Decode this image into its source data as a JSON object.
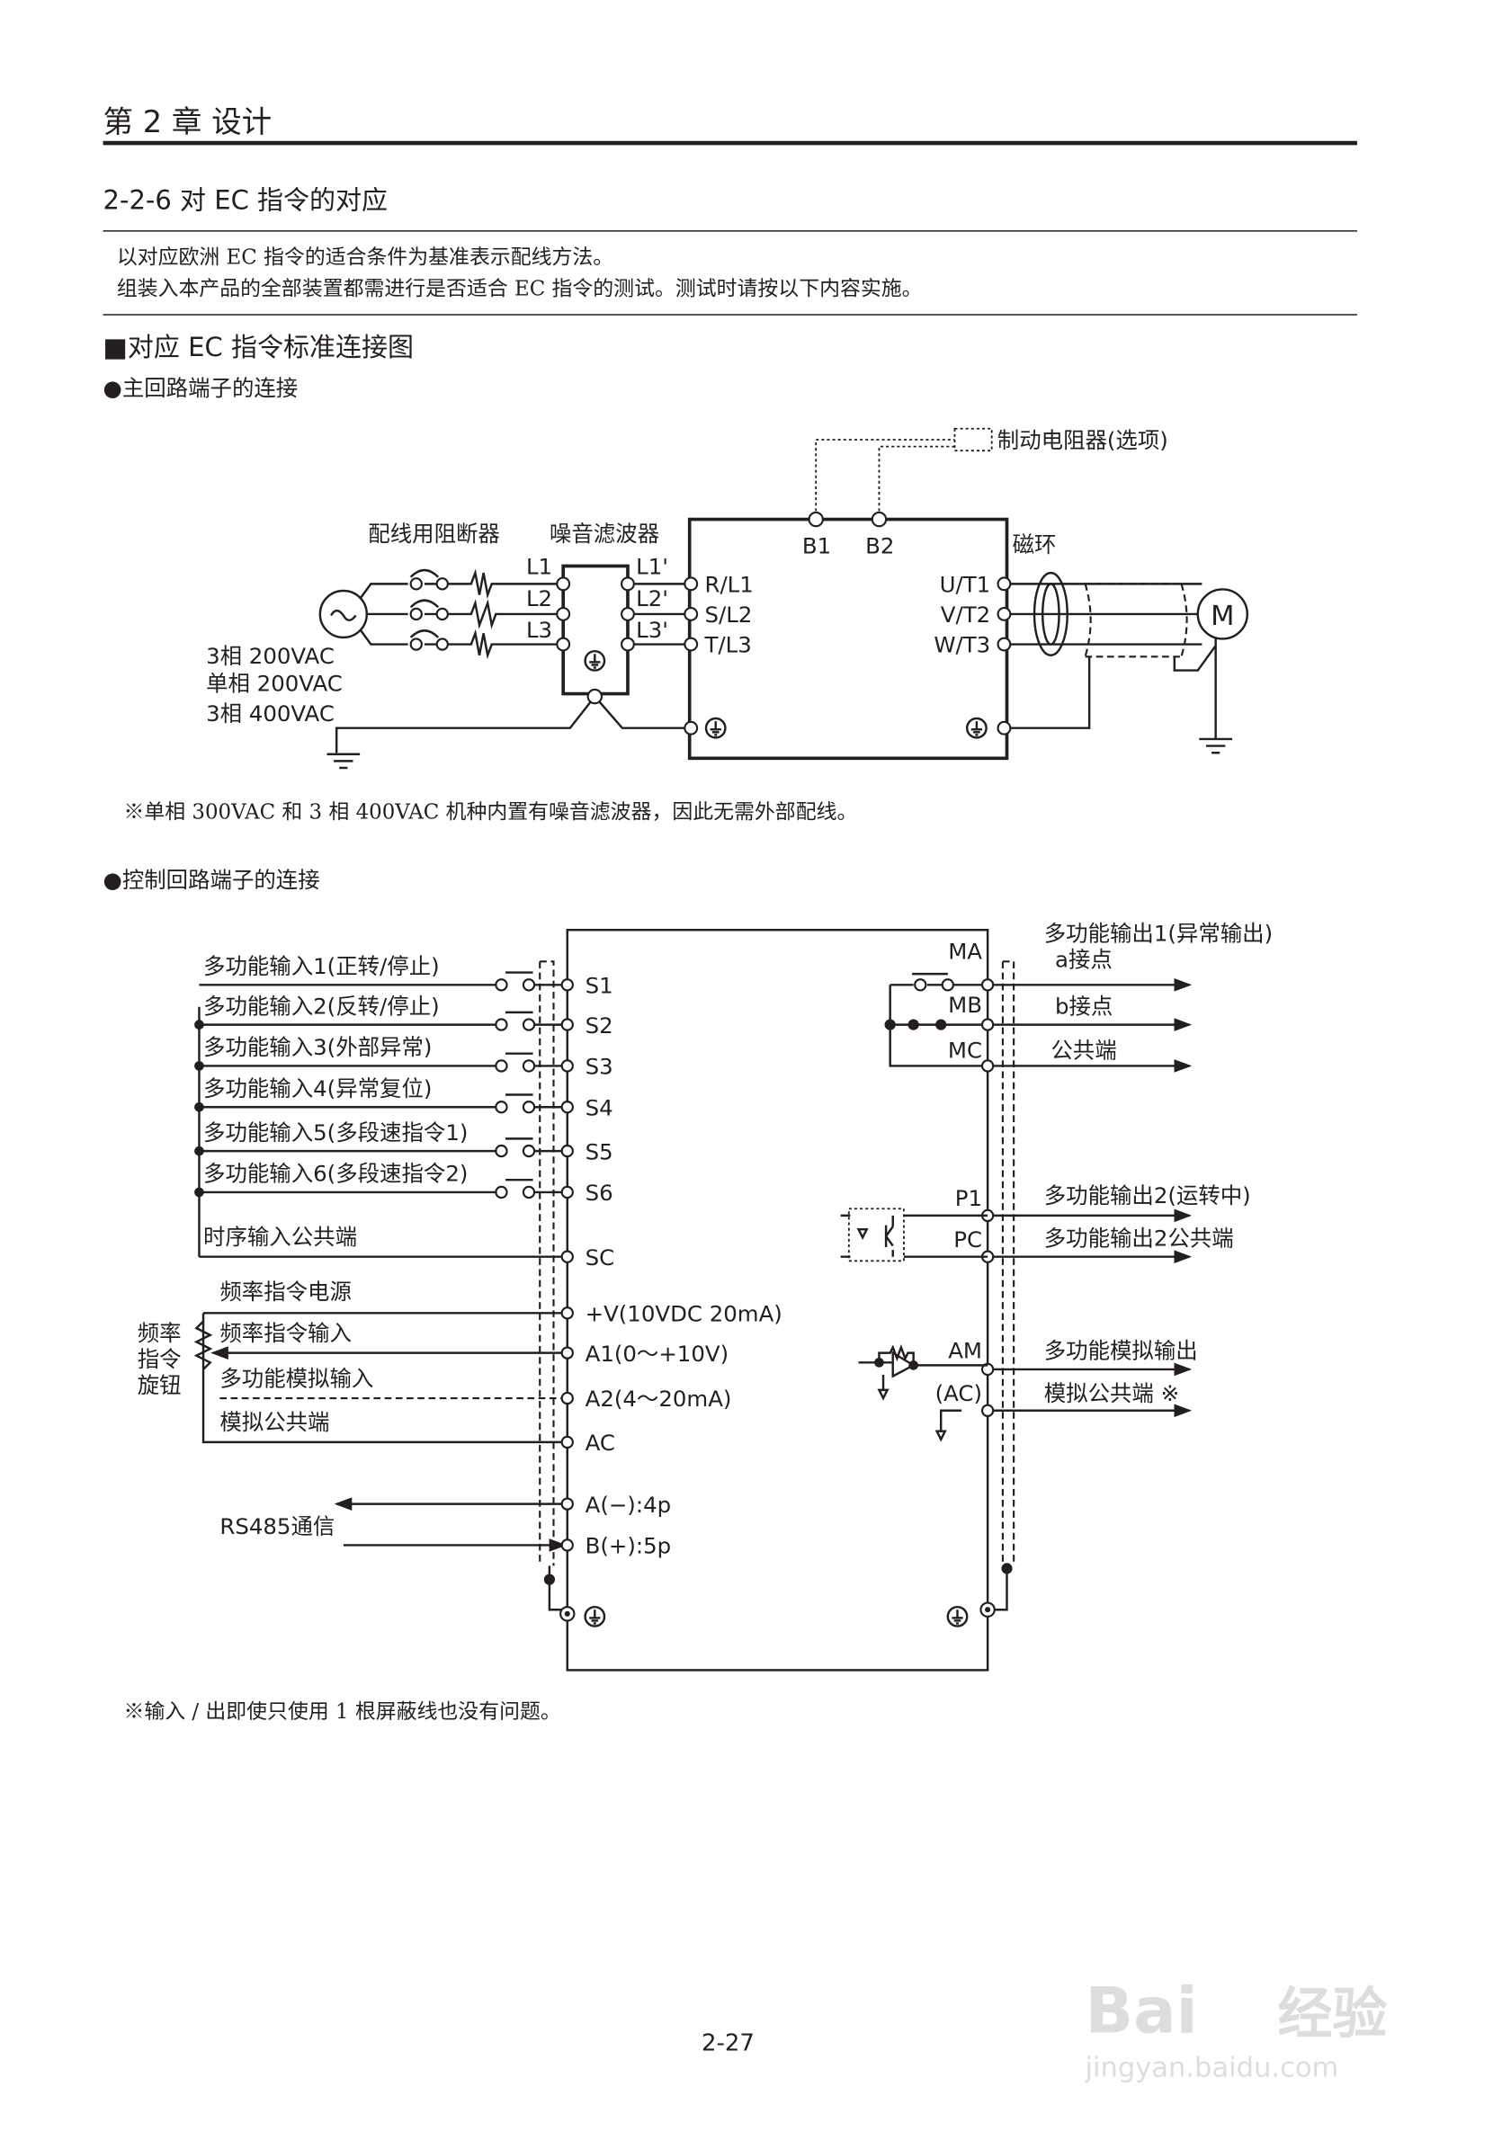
{
  "header": {
    "chapter": "第 2 章  设计"
  },
  "section": {
    "title": "2-2-6  对 EC 指令的对应",
    "intro": [
      "以对应欧洲 EC 指令的适合条件为基准表示配线方法。",
      "组装入本产品的全部装置都需进行是否适合 EC 指令的测试。测试时请按以下内容实施。"
    ],
    "subheading": "■对应 EC 指令标准连接图"
  },
  "main_circuit": {
    "heading": "●主回路端子的连接",
    "brake_resistor": "制动电阻器(选项)",
    "breaker_label": "配线用阻断器",
    "filter_label": "噪音滤波器",
    "ferrite_label": "磁环",
    "motor": "M",
    "filter_in": [
      "L1",
      "L2",
      "L3"
    ],
    "filter_out": [
      "L1'",
      "L2'",
      "L3'"
    ],
    "inputs": [
      "R/L1",
      "S/L2",
      "T/L3"
    ],
    "outputs": [
      "U/T1",
      "V/T2",
      "W/T3"
    ],
    "brake_terminals": [
      "B1",
      "B2"
    ],
    "supply": [
      "3相 200VAC",
      "单相 200VAC",
      "3相 400VAC"
    ],
    "note": "※单相 300VAC 和 3 相 400VAC 机种内置有噪音滤波器，因此无需外部配线。"
  },
  "control_circuit": {
    "heading": "●控制回路端子的连接",
    "inputs": [
      {
        "label": "多功能输入1(正转/停止)",
        "terminal": "S1"
      },
      {
        "label": "多功能输入2(反转/停止)",
        "terminal": "S2"
      },
      {
        "label": "多功能输入3(外部异常)",
        "terminal": "S3"
      },
      {
        "label": "多功能输入4(异常复位)",
        "terminal": "S4"
      },
      {
        "label": "多功能输入5(多段速指令1)",
        "terminal": "S5"
      },
      {
        "label": "多功能输入6(多段速指令2)",
        "terminal": "S6"
      }
    ],
    "sc": {
      "label": "时序输入公共端",
      "terminal": "SC"
    },
    "freq": {
      "pot_label": [
        "频率",
        "指令",
        "旋钮"
      ],
      "items": [
        {
          "label": "频率指令电源",
          "terminal": "+V(10VDC 20mA)"
        },
        {
          "label": "频率指令输入",
          "terminal": "A1(0～+10V)"
        },
        {
          "label": "多功能模拟输入",
          "terminal": "A2(4～20mA)"
        },
        {
          "label": "模拟公共端",
          "terminal": "AC"
        }
      ]
    },
    "rs485": {
      "label": "RS485通信",
      "terminals": [
        "A(−):4p",
        "B(+):5p"
      ]
    },
    "outputs": {
      "relay_title": "多功能输出1(异常输出)",
      "relay": [
        {
          "terminal": "MA",
          "label": "a接点"
        },
        {
          "terminal": "MB",
          "label": "b接点"
        },
        {
          "terminal": "MC",
          "label": "公共端"
        }
      ],
      "photo": [
        {
          "terminal": "P1",
          "label": "多功能输出2(运转中)"
        },
        {
          "terminal": "PC",
          "label": "多功能输出2公共端"
        }
      ],
      "analog": [
        {
          "terminal": "AM",
          "label": "多功能模拟输出"
        },
        {
          "terminal": "(AC)",
          "label": "模拟公共端 ※"
        }
      ]
    },
    "note": "※输入 / 出即使只使用 1 根屏蔽线也没有问题。"
  },
  "footer": {
    "page": "2-27"
  },
  "watermark": {
    "text": "Bai经验",
    "url_text": "jingyan.baidu.com"
  }
}
